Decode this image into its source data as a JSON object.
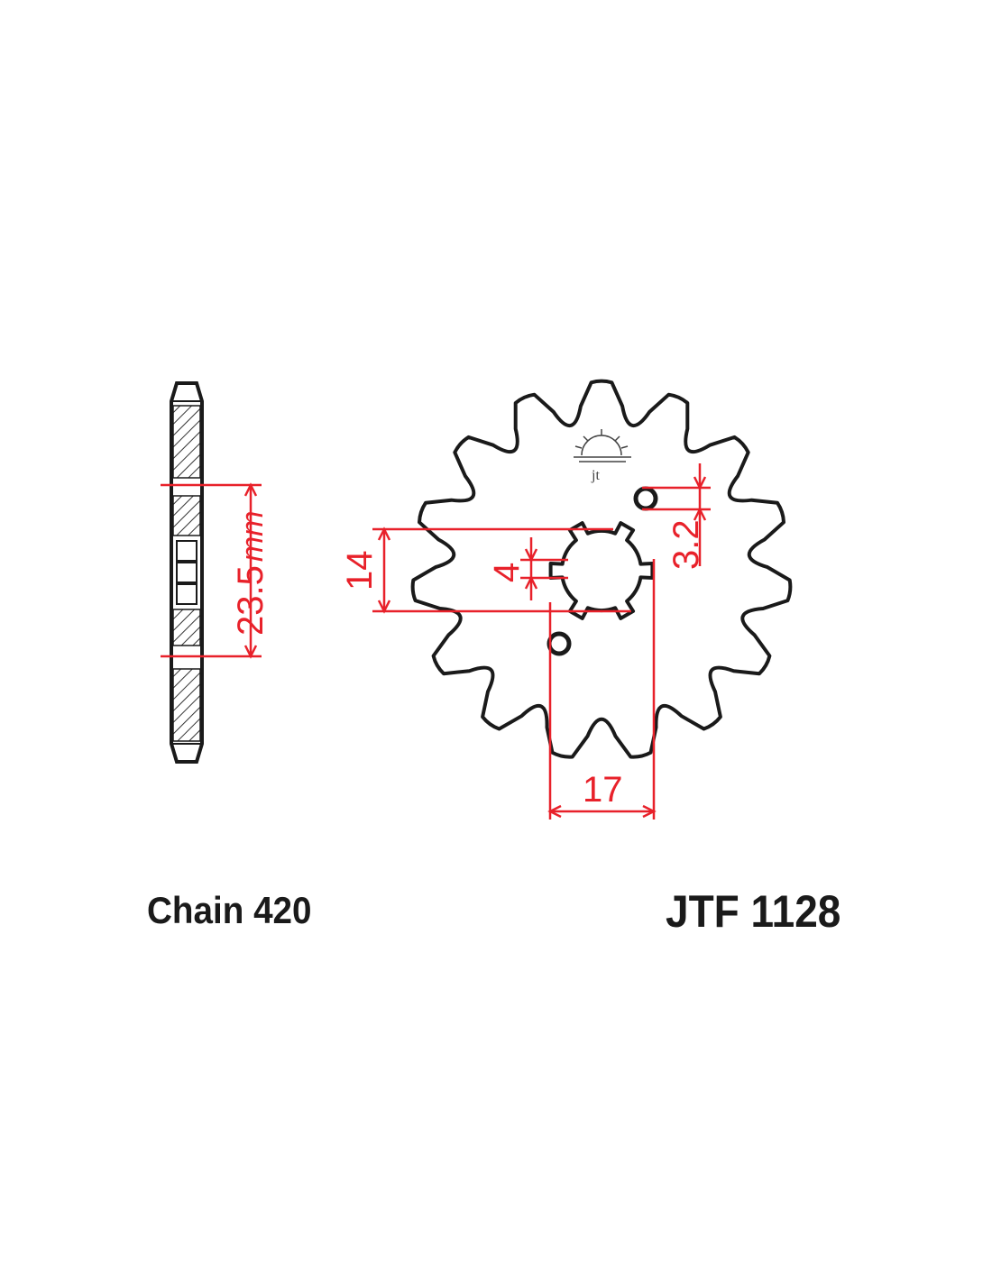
{
  "diagram": {
    "teeth_count": 15,
    "dimensions": {
      "width_value": "23.5",
      "width_unit": "mm",
      "bore_value": "14",
      "key_value": "4",
      "hole_diameter_value": "3.2",
      "hole_spacing_value": "17"
    },
    "chain_label": "Chain 420",
    "part_number": "JTF 1128",
    "logo_text": "jt",
    "line_color": "#e8212a"
  }
}
